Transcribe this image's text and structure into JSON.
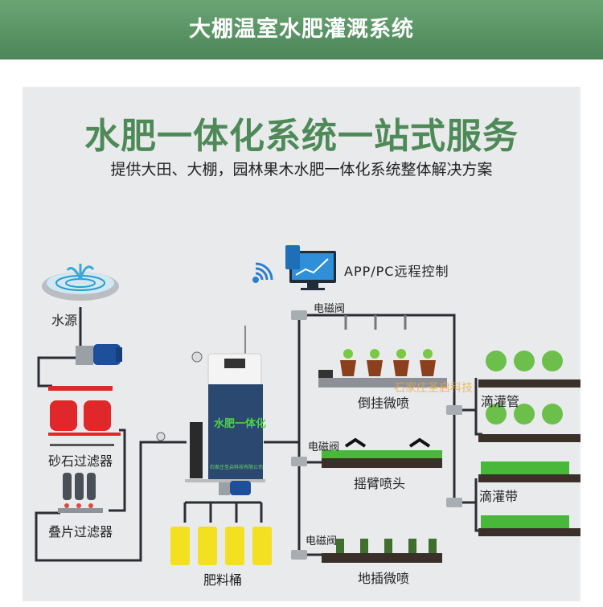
{
  "header": {
    "title": "大棚温室水肥灌溉系统"
  },
  "main": {
    "title": "水肥一体化系统一站式服务",
    "subtitle": "提供大田、大棚，园林果木水肥一体化系统整体解决方案"
  },
  "diagram": {
    "remote_control_label": "APP/PC远程控制",
    "water_source_label": "水源",
    "sand_filter_label": "砂石过滤器",
    "disc_filter_label": "叠片过滤器",
    "machine_label": "水肥一体化",
    "machine_company": "石家庄圣启科技有限公司",
    "fertilizer_tank_label": "肥料桶",
    "valve_label": "电磁阀",
    "branches": [
      {
        "name": "倒挂微喷",
        "valve": "电磁阀"
      },
      {
        "name": "摇臂喷头",
        "valve": "电磁阀"
      },
      {
        "name": "地插微喷",
        "valve": "电磁阀"
      }
    ],
    "drip_pipe_label": "滴灌管",
    "drip_tape_label": "滴灌带",
    "watermark": "石家庄圣启科技"
  },
  "colors": {
    "header_green": "#5a955f",
    "title_green": "#4e8a58",
    "pipe": "#2a2d33",
    "filter_red": "#e0282a",
    "tank_yellow": "#f2e021",
    "machine_blue": "#2b4870",
    "pump_blue": "#1d4f9a"
  }
}
